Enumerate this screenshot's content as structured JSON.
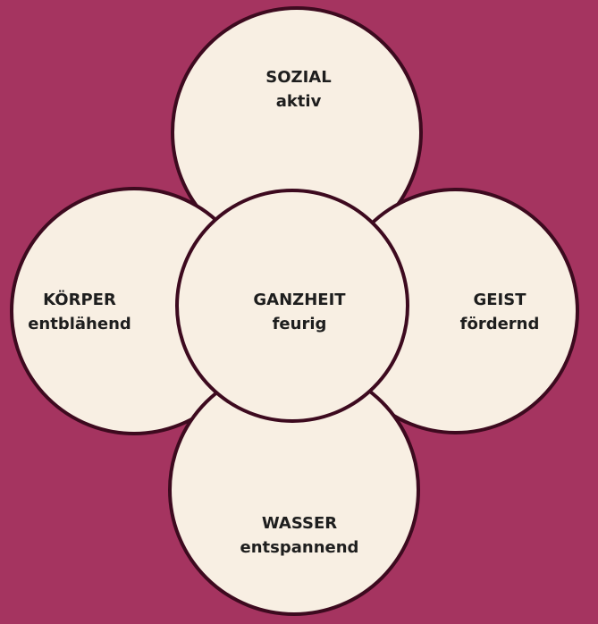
{
  "colors": {
    "background": "#a53460",
    "circle_fill": "#f8efe3",
    "circle_stroke": "#3d0a1f",
    "text": "#1e1e1e"
  },
  "nodes": {
    "top": {
      "title": "SOZIAL",
      "subtitle": "aktiv"
    },
    "left": {
      "title": "KÖRPER",
      "subtitle": "entblähend"
    },
    "right": {
      "title": "GEIST",
      "subtitle": "fördernd"
    },
    "bottom": {
      "title": "WASSER",
      "subtitle": "entspannend"
    },
    "center": {
      "title": "GANZHEIT",
      "subtitle": "feurig"
    }
  }
}
